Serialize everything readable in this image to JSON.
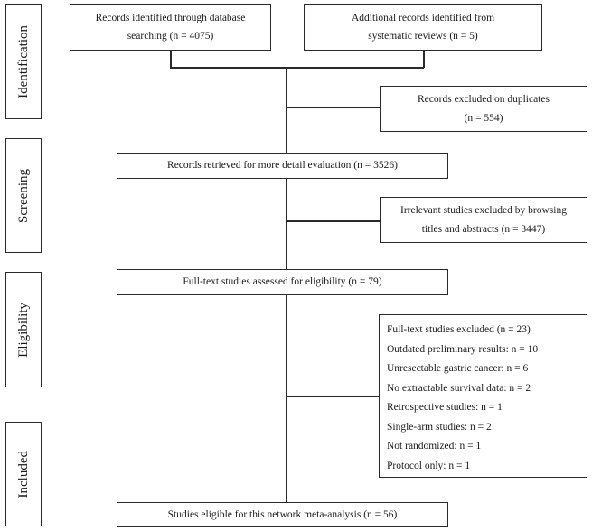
{
  "stages": {
    "identification": "Identification",
    "screening": "Screening",
    "eligibility": "Eligibility",
    "included": "Included"
  },
  "boxes": {
    "database": [
      "Records identified through database",
      "searching (n = 4075)"
    ],
    "additional": [
      "Additional records identified from",
      "systematic reviews (n = 5)"
    ],
    "duplicates": [
      "Records excluded on duplicates",
      "(n = 554)"
    ],
    "retrieved": "Records retrieved for more detail evaluation (n = 3526)",
    "irrelevant": [
      "Irrelevant studies excluded by browsing",
      "titles and abstracts (n = 3447)"
    ],
    "fulltext": "Full-text studies assessed for eligibility (n = 79)",
    "excluded": [
      "Full-text studies excluded (n = 23)",
      "Outdated preliminary results: n = 10",
      "Unresectable gastric cancer: n = 6",
      "No extractable survival data: n = 2",
      "Retrospective studies: n = 1",
      "Single-arm studies: n = 2",
      "Not randomized: n = 1",
      "Protocol only: n = 1"
    ],
    "eligible": "Studies  eligible for this network meta-analysis (n = 56)"
  }
}
